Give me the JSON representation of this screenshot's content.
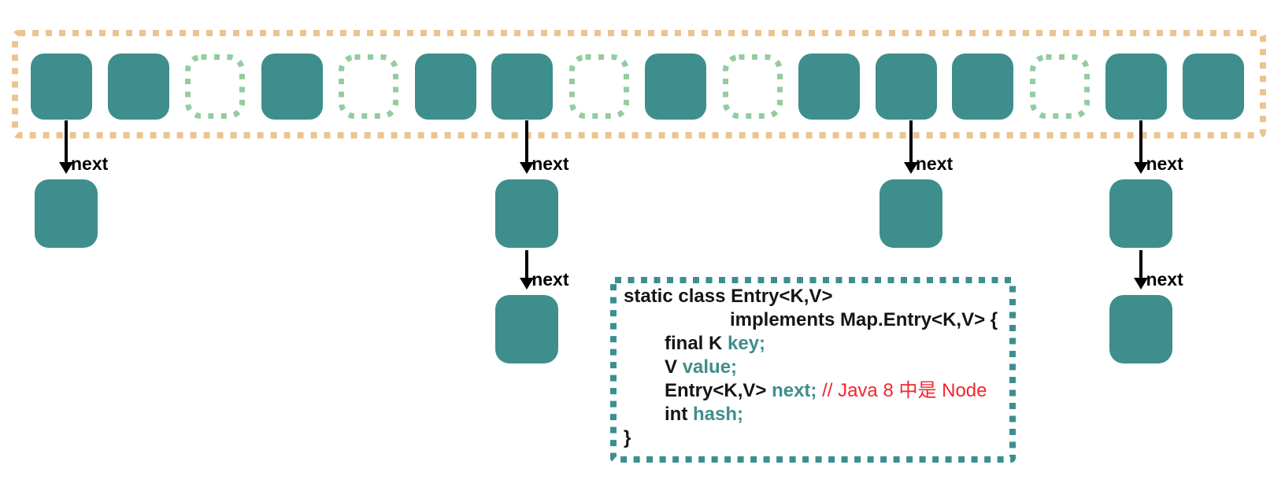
{
  "colors": {
    "node_fill": "#3E8E8D",
    "array_frame": "#EBC491",
    "empty_slot": "#94CC9F",
    "code_frame": "#3B8F90",
    "code_text": "#151515",
    "code_accent": "#3E8E8D",
    "code_comment": "#F2262D",
    "arrow": "#000000"
  },
  "bucket_array": {
    "slots": [
      "filled",
      "filled",
      "empty",
      "filled",
      "empty",
      "filled",
      "filled",
      "empty",
      "filled",
      "empty",
      "filled",
      "filled",
      "filled",
      "empty",
      "filled",
      "filled"
    ]
  },
  "chains": [
    {
      "bucket": 1,
      "nodes": 1
    },
    {
      "bucket": 7,
      "nodes": 2
    },
    {
      "bucket": 12,
      "nodes": 1
    },
    {
      "bucket": 15,
      "nodes": 2
    }
  ],
  "arrow_label": "next",
  "code_block": {
    "lines": [
      {
        "indent": 0,
        "segments": [
          {
            "text": "static class Entry<K,V>",
            "style": "plain"
          }
        ]
      },
      {
        "indent": 2,
        "segments": [
          {
            "text": "implements Map.Entry<K,V> {",
            "style": "plain"
          }
        ]
      },
      {
        "indent": 1,
        "segments": [
          {
            "text": "final K ",
            "style": "plain"
          },
          {
            "text": "key;",
            "style": "accent"
          }
        ]
      },
      {
        "indent": 1,
        "segments": [
          {
            "text": "V ",
            "style": "plain"
          },
          {
            "text": "value;",
            "style": "accent"
          }
        ]
      },
      {
        "indent": 1,
        "segments": [
          {
            "text": "Entry<K,V> ",
            "style": "plain"
          },
          {
            "text": "next;",
            "style": "accent"
          },
          {
            "text": " // Java 8 中是 Node",
            "style": "comment"
          }
        ]
      },
      {
        "indent": 1,
        "segments": [
          {
            "text": "int ",
            "style": "plain"
          },
          {
            "text": "hash;",
            "style": "accent"
          }
        ]
      },
      {
        "indent": 0,
        "segments": [
          {
            "text": "}",
            "style": "plain"
          }
        ]
      }
    ]
  }
}
